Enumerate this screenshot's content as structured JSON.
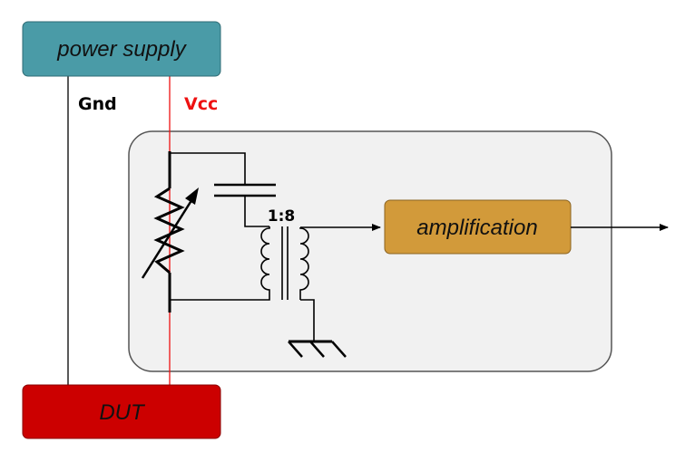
{
  "blocks": {
    "power_supply": "power supply",
    "dut": "DUT",
    "amplification": "amplification"
  },
  "wires": {
    "gnd": "Gnd",
    "vcc": "Vcc"
  },
  "transformer": {
    "ratio": "1:8"
  },
  "colors": {
    "power_supply": "#4a9ba7",
    "dut": "#cc0000",
    "amplification": "#d29a3a",
    "vcc": "#ee1111",
    "enclosure": "#f1f1f1"
  }
}
